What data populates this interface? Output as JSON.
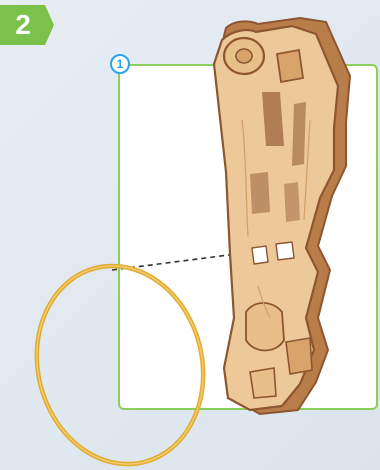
{
  "step": {
    "number": "2",
    "accent_color": "#7bc24a"
  },
  "part_marker": {
    "label": "1",
    "color": "#2aa6e8"
  },
  "panel": {
    "border_color": "#8ccf5b"
  },
  "illustration": {
    "wood_color": "#e8c08f",
    "wood_edge_color": "#9b5f35",
    "rubber_band_color": "#e2ac2f",
    "icons": [
      "wooden-arm-part",
      "rubber-band",
      "dashed-guide-line"
    ]
  }
}
